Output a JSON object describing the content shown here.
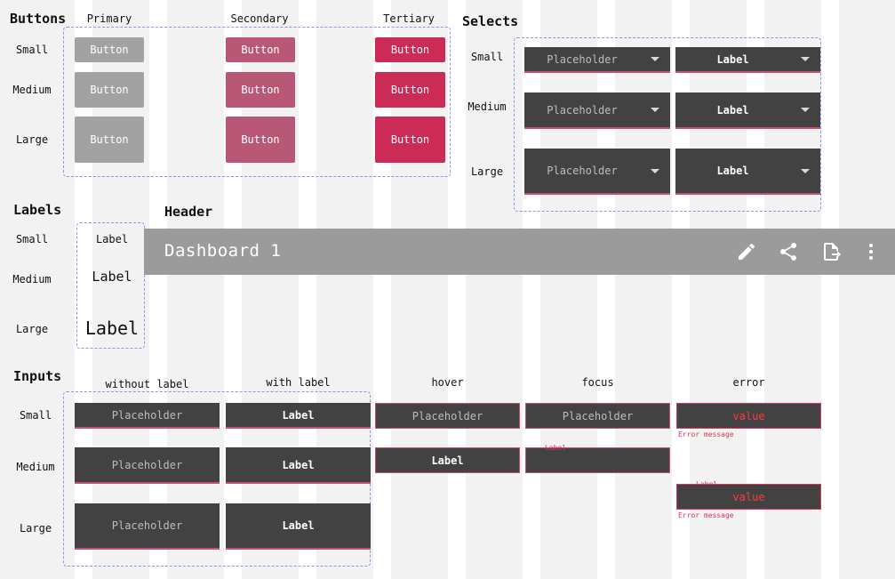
{
  "sections": {
    "buttons": "Buttons",
    "selects": "Selects",
    "labels": "Labels",
    "header": "Header",
    "inputs": "Inputs"
  },
  "sizes": {
    "small": "Small",
    "medium": "Medium",
    "large": "Large"
  },
  "buttons": {
    "columns": {
      "primary": "Primary",
      "secondary": "Secondary",
      "tertiary": "Tertiary"
    },
    "label": "Button"
  },
  "selects": {
    "placeholder": "Placeholder",
    "label": "Label"
  },
  "labels": {
    "text": "Label"
  },
  "header": {
    "title": "Dashboard 1",
    "icons": [
      "edit-icon",
      "share-icon",
      "export-icon",
      "more-vertical-icon"
    ]
  },
  "inputs": {
    "columns": {
      "without_label": "without label",
      "with_label": "with label",
      "hover": "hover",
      "focus": "focus",
      "error": "error"
    },
    "placeholder": "Placeholder",
    "label": "Label",
    "value": "value",
    "error_message": "Error message",
    "float_label": "Label"
  },
  "colors": {
    "background": "#f2f2f2",
    "primary": "#a2a2a2",
    "secondary": "#b85876",
    "tertiary": "#cc2b58",
    "field": "#424242",
    "accent": "#c2517a",
    "error": "#e0335a",
    "dashed_outline": "#9b8cf0",
    "header_bar": "#9b9b9b"
  }
}
